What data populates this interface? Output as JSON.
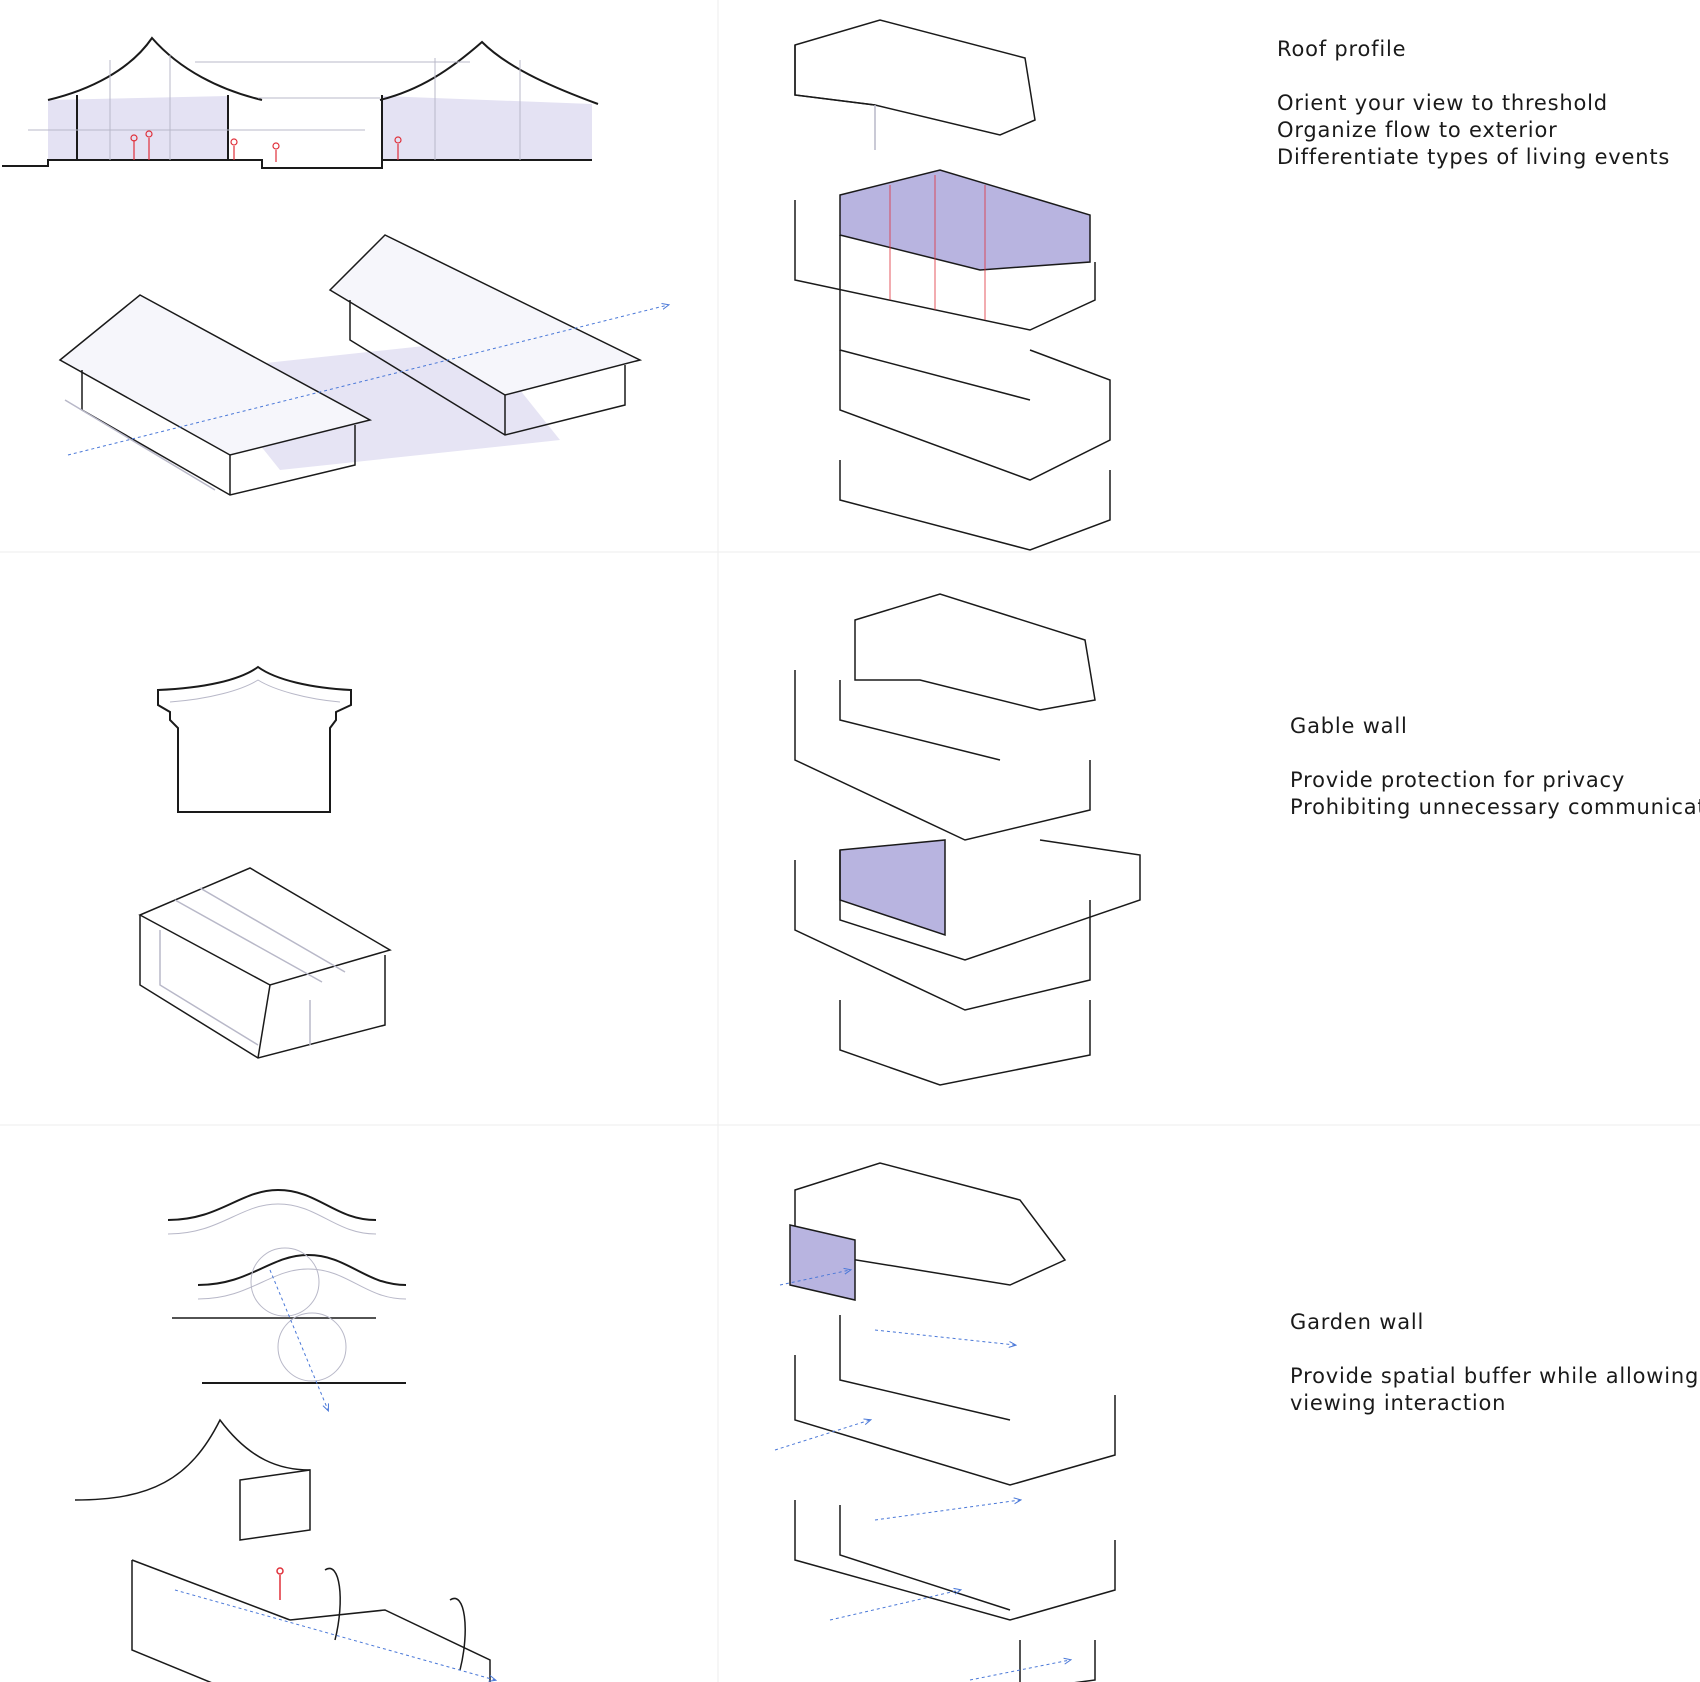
{
  "sections": [
    {
      "title": "Roof profile",
      "lines": [
        "Orient your view to threshold",
        "Organize flow to exterior",
        "Differentiate types of living events"
      ]
    },
    {
      "title": "Gable wall",
      "lines": [
        "Provide protection for privacy",
        "Prohibiting unnecessary communication"
      ]
    },
    {
      "title": "Garden wall",
      "lines": [
        "Provide spatial buffer while allowing",
        "viewing interaction"
      ]
    }
  ],
  "colors": {
    "line": "#1a1a1a",
    "thin_line": "#b8b8c8",
    "highlight_fill": "#9c97cf",
    "figure_red": "#e0303a",
    "flow_arrow": "#4a78d8"
  }
}
